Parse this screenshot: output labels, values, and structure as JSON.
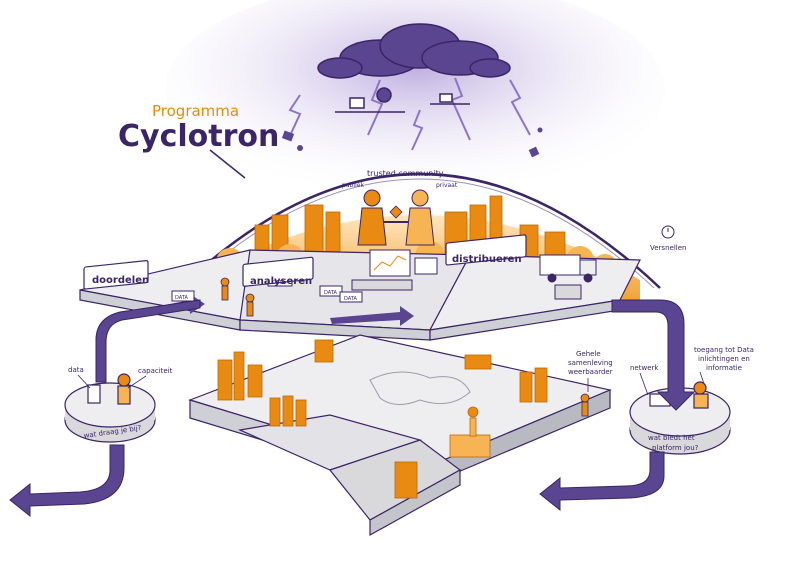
{
  "title": {
    "prefix": "Programma",
    "name": "Cyclotron"
  },
  "community": {
    "label": "trusted community",
    "left": "publiek",
    "right": "privaat"
  },
  "stages": [
    {
      "id": "doordelen",
      "label": "doordelen"
    },
    {
      "id": "analyseren",
      "label": "analyseren"
    },
    {
      "id": "distribueren",
      "label": "distribueren"
    }
  ],
  "side_labels": {
    "versnellen": "Versnellen",
    "data": "data",
    "capaciteit": "capaciteit",
    "wat_draag": "wat draag je bij?",
    "gehele_line1": "Gehele",
    "gehele_line2": "samenleving",
    "gehele_line3": "weerbaarder",
    "netwerk": "netwerk",
    "toegang_line1": "toegang tot Data",
    "toegang_line2": "inlichtingen en",
    "toegang_line3": "informatie",
    "platform_line1": "wat biedt het",
    "platform_line2": "platform jou?"
  },
  "box_labels": [
    "DATA",
    "DATA",
    "DATA",
    "DATA"
  ],
  "colors": {
    "purple": "#5a4590",
    "dark_purple": "#3b2566",
    "orange": "#e98a12",
    "light_orange": "#f7b455",
    "grey": "#d9d9dc",
    "light_grey": "#eeeef0"
  }
}
